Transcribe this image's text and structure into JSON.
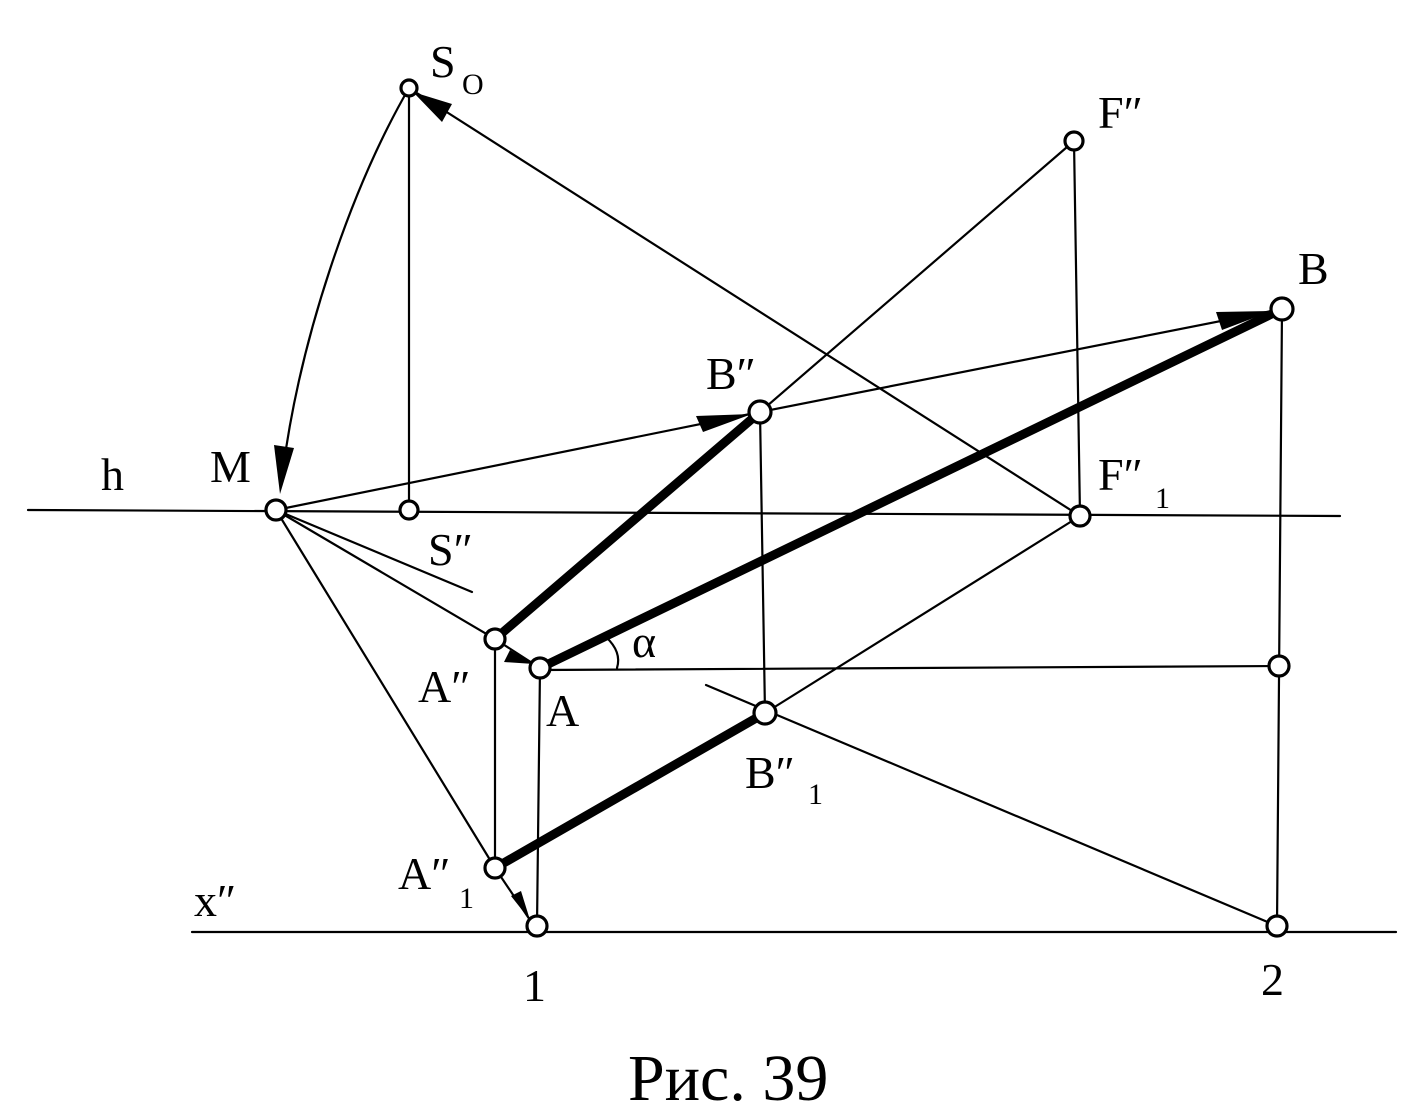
{
  "labels": {
    "S0": "S",
    "S0_sub": "O",
    "F2": "F″",
    "B": "B",
    "B2": "B″",
    "h": "h",
    "M": "M",
    "F2_1": "F″",
    "F2_1_sub": "1",
    "S2": "S″",
    "alpha": "α",
    "A2": "A″",
    "A": "A",
    "B2_1": "B″",
    "B2_1_sub": "1",
    "x2": "x″",
    "A2_1": "A″",
    "A2_1_sub": "1",
    "n1": "1",
    "n2": "2"
  },
  "caption": "Рис. 39"
}
